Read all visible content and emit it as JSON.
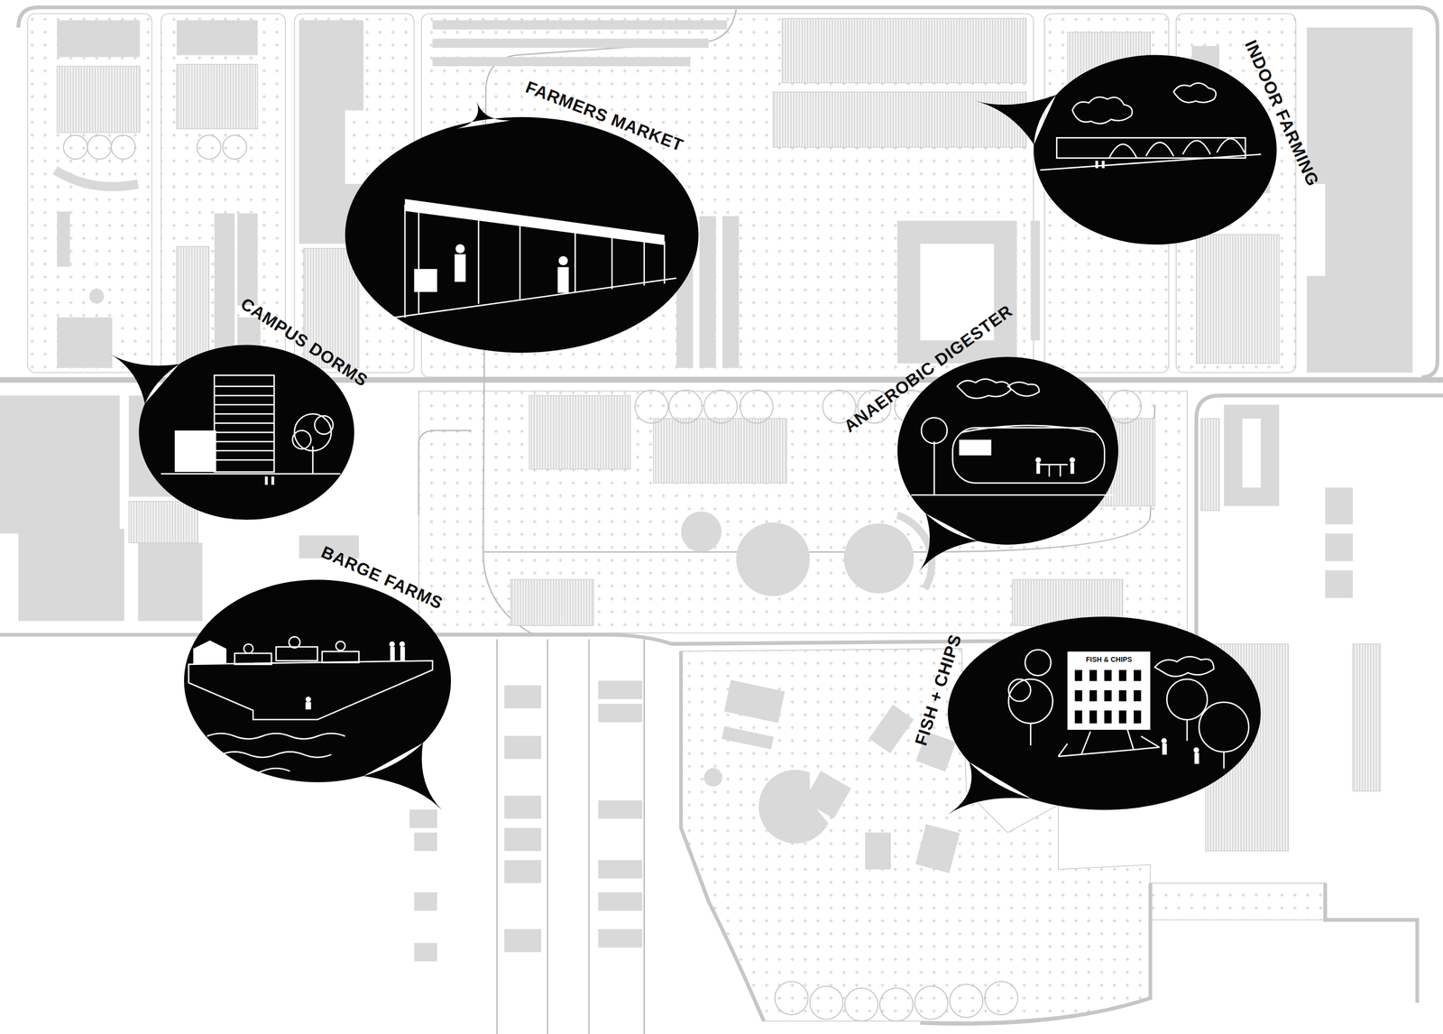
{
  "diagram": {
    "nodes": [
      {
        "text": [
          "FARMERS MARKET"
        ]
      },
      {
        "text": [
          "INDOOR FARMING"
        ]
      },
      {
        "text": [
          "CAMPUS DORMS"
        ]
      },
      {
        "text": [
          "ANAEROBIC DIGESTER"
        ]
      },
      {
        "text": [
          "BARGE FARMS"
        ]
      },
      {
        "text": [
          "FISH + CHIPS"
        ]
      }
    ],
    "labels": [
      "FISH & CHIPS"
    ]
  }
}
